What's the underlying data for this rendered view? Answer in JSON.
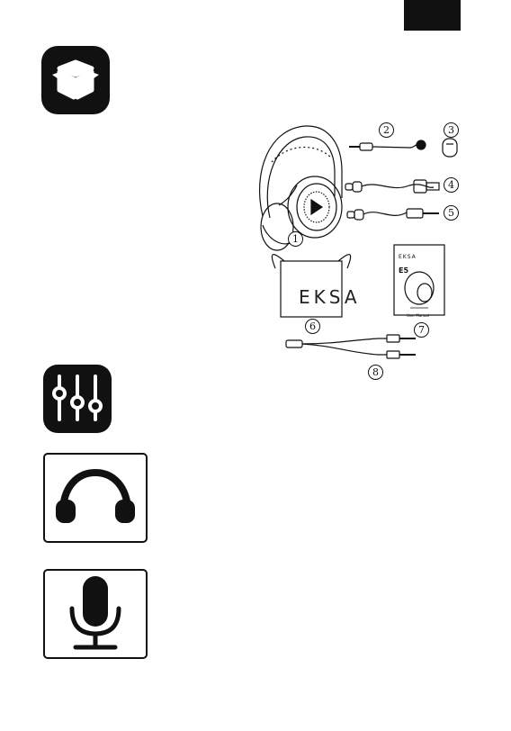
{
  "page": {
    "background": "#ffffff",
    "ink": "#111111"
  },
  "icons": {
    "package": "open-box-icon",
    "equalizer": "equalizer-sliders-icon",
    "headphones": "headphones-icon",
    "microphone": "microphone-icon"
  },
  "contents": {
    "callouts": [
      "1",
      "2",
      "3",
      "4",
      "5",
      "6",
      "7",
      "8"
    ],
    "pouch_brand": "EKSA",
    "manual": {
      "brand": "EKSA",
      "model": "E5",
      "footer": "User Manual"
    }
  }
}
